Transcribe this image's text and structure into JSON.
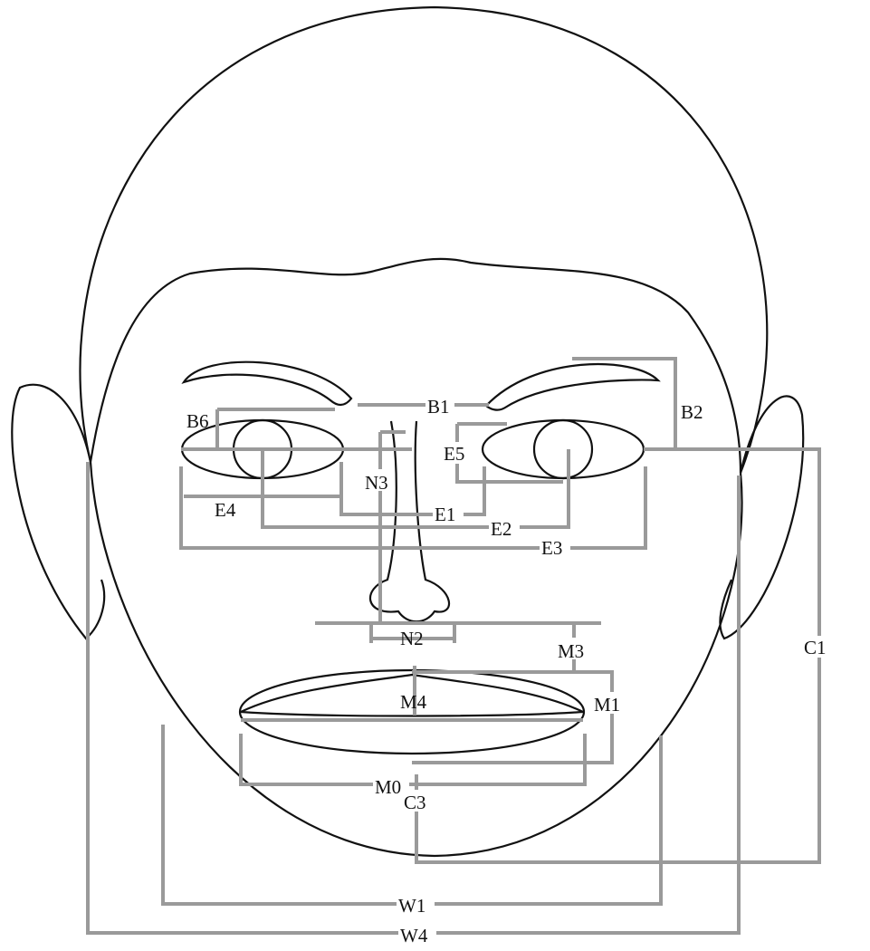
{
  "diagram": {
    "colors": {
      "outline": "#111111",
      "measure_lines": "#9a9a9a"
    },
    "labels": {
      "B1": "B1",
      "B2": "B2",
      "B6": "B6",
      "E5": "E5",
      "N3": "N3",
      "E4": "E4",
      "E1": "E1",
      "E2": "E2",
      "E3": "E3",
      "N2": "N2",
      "M3": "M3",
      "M4": "M4",
      "M1": "M1",
      "M0": "M0",
      "C3": "C3",
      "C1": "C1",
      "W1": "W1",
      "W4": "W4"
    }
  }
}
